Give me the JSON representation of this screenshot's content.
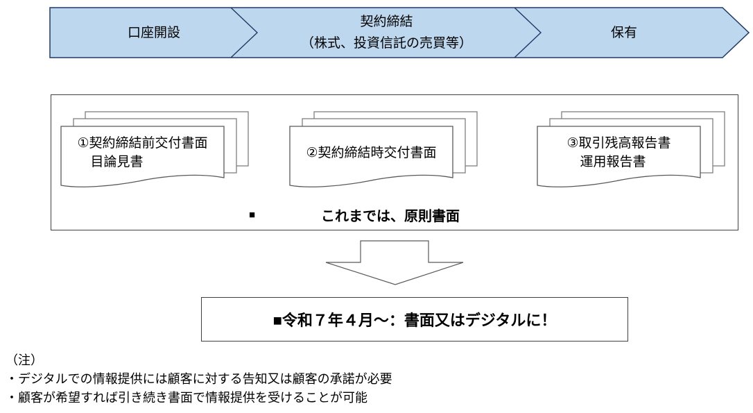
{
  "flow_steps": [
    {
      "line1": "口座開設",
      "line2": ""
    },
    {
      "line1": "契約締結",
      "line2": "（株式、投資信託の売買等）"
    },
    {
      "line1": "保有",
      "line2": ""
    }
  ],
  "documents_box": {
    "stacks": [
      {
        "line1": "①契約締結前交付書面",
        "line2": "目論見書"
      },
      {
        "line1": "②契約締結時交付書面",
        "line2": ""
      },
      {
        "line1": "③取引残高報告書",
        "line2": "運用報告書"
      }
    ],
    "bullet": "■",
    "principle_text": "これまでは、原則書面"
  },
  "conclusion_box": {
    "text": "■令和７年４月～：書面又はデジタルに！"
  },
  "notes": {
    "header": "（注）",
    "items": [
      "・デジタルでの情報提供には顧客に対する告知又は顧客の承諾が必要",
      "・顧客が希望すれば引き続き書面で情報提供を受けることが可能"
    ]
  },
  "colors": {
    "chevron_fill": "#BDD7EE",
    "chevron_border": "#1F3864",
    "box_border": "#404040",
    "sheet_border": "#7F7F7F",
    "arrow_border": "#595959",
    "text_color": "#000000"
  }
}
